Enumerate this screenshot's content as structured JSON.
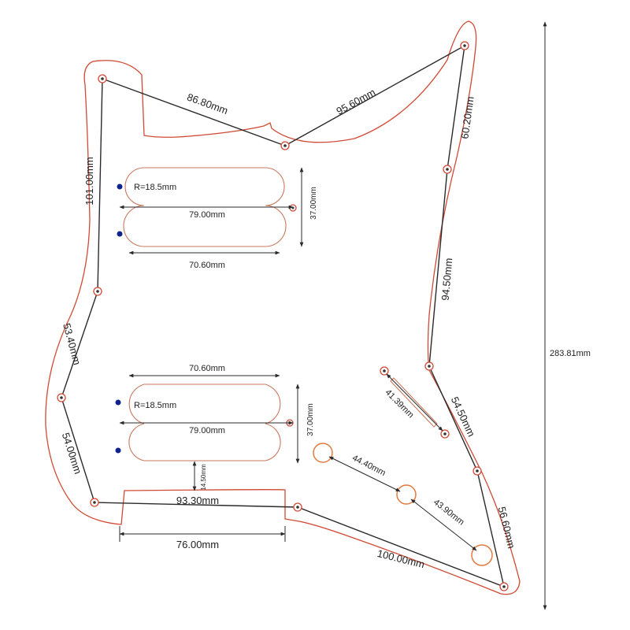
{
  "colors": {
    "outline": "#d04a35",
    "dimension_lines": "#2a2a2a",
    "marker_dots": "#11228c",
    "knob_holes": "#e37a3f"
  },
  "perimeter_dimensions": {
    "top_left": "86.80mm",
    "top_right": "95.60mm",
    "left_upper": "101.00mm",
    "left_middle": "53.40mm",
    "left_lower": "54.00mm",
    "bottom_left": "93.30mm",
    "bottom_right": "100.00mm",
    "right_top": "60.20mm",
    "right_upper": "94.50mm",
    "right_middle": "54.50mm",
    "right_lower": "56.60mm"
  },
  "overall_height": "283.81mm",
  "upper_pickup": {
    "radius": "R=18.5mm",
    "width": "79.00mm",
    "height": "37.00mm",
    "inner_width": "70.60mm"
  },
  "lower_pickup": {
    "radius": "R=18.5mm",
    "width": "79.00mm",
    "height": "37.00mm",
    "inner_width": "70.60mm",
    "offset": "14.50mm"
  },
  "bottom_cutout_width": "76.00mm",
  "switch_slot": "41.39mm",
  "knob_spacing": {
    "first": "44.40mm",
    "second": "43.90mm"
  }
}
